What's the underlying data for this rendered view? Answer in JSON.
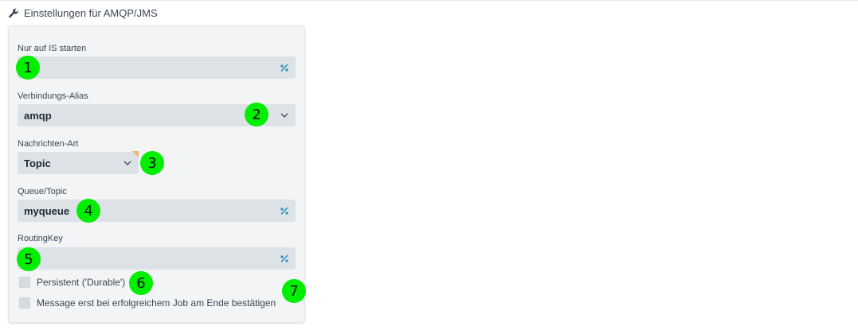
{
  "header": {
    "title": "Einstellungen für AMQP/JMS",
    "icon": "wrench-icon"
  },
  "form": {
    "start_on_is": {
      "label": "Nur auf IS starten",
      "value": ""
    },
    "connection_alias": {
      "label": "Verbindungs-Alias",
      "value": "amqp"
    },
    "message_type": {
      "label": "Nachrichten-Art",
      "value": "Topic"
    },
    "queue_topic": {
      "label": "Queue/Topic",
      "value": "myqueue"
    },
    "routing_key": {
      "label": "RoutingKey",
      "value": ""
    },
    "persistent": {
      "label": "Persistent ('Durable')",
      "checked": false
    },
    "ack_at_end": {
      "label": "Message erst bei erfolgreichem Job am Ende bestätigen",
      "checked": false
    }
  },
  "markers": [
    "1",
    "2",
    "3",
    "4",
    "5",
    "6",
    "7"
  ],
  "colors": {
    "panel_bg": "#f2f4f6",
    "field_bg": "#dde2e7",
    "accent": "#2a8fb8",
    "marker": "#00ee00"
  }
}
